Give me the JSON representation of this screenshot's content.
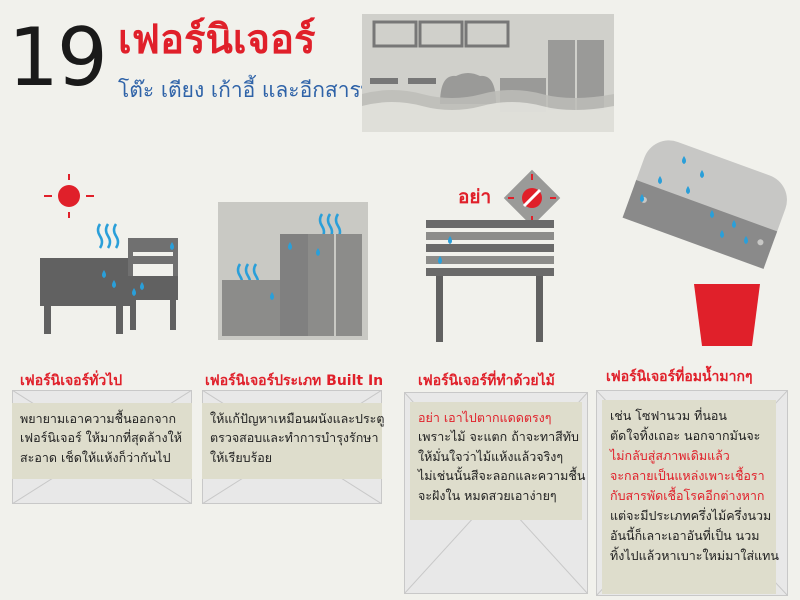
{
  "header": {
    "number": "19",
    "title": "เฟอร์นิเจอร์",
    "subtitle": "โต๊ะ เตียง เก้าอี้ และอีกสารพัด"
  },
  "colors": {
    "accent": "#e0202a",
    "blue": "#2f63a8",
    "water": "#2a9fd9",
    "gray": "#8b8b8b",
    "card": "#deddcc",
    "background": "#f1f1ec"
  },
  "sections": [
    {
      "title": "เฟอร์นิเจอร์ทั่วไป",
      "lines": [
        "พยายามเอาความชื้นออกจาก",
        "เฟอร์นิเจอร์ ให้มากที่สุดล้างให้",
        "สะอาด เช็ดให้แห้งก็ว่ากันไป"
      ]
    },
    {
      "title": "เฟอร์นิเจอร์ประเภท Built In",
      "lines": [
        "ให้แก้ปัญหาเหมือนผนังและประตู",
        "ตรวจสอบและทำการบำรุงรักษา",
        "ให้เรียบร้อย"
      ]
    },
    {
      "title": "เฟอร์นิเจอร์ที่ทำด้วยไม้",
      "icon_label": "อย่า",
      "highlight": "อย่า เอาไปตากแดดตรงๆ",
      "lines": [
        "เพราะไม้ จะแตก ถ้าจะทาสีทับ",
        "ให้มั่นใจว่าไม้แห้งแล้วจริงๆ",
        "ไม่เช่นนั้นสีจะลอกและความชื้น",
        "จะฝังใน หมดสวยเอาง่ายๆ"
      ]
    },
    {
      "title": "เฟอร์นิเจอร์ที่อมน้ำมากๆ",
      "lines_before": [
        "เช่น โซฟานวม ที่นอน",
        "ตัดใจทิ้งเถอะ นอกจากมันจะ"
      ],
      "red_lines": [
        "ไม่กลับสู่สภาพเดิมแล้ว",
        "จะกลายเป็นแหล่งเพาะเชื้อรา",
        "กับสารพัดเชื้อโรคอีกต่างหาก"
      ],
      "lines_after": [
        "แต่จะมีประเภทครึ่งไม้ครึ่งนวม",
        "อันนี้ก็เลาะเอาอันที่เป็น นวม",
        "ทิ้งไปแล้วหาเบาะใหม่มาใส่แทน"
      ]
    }
  ]
}
